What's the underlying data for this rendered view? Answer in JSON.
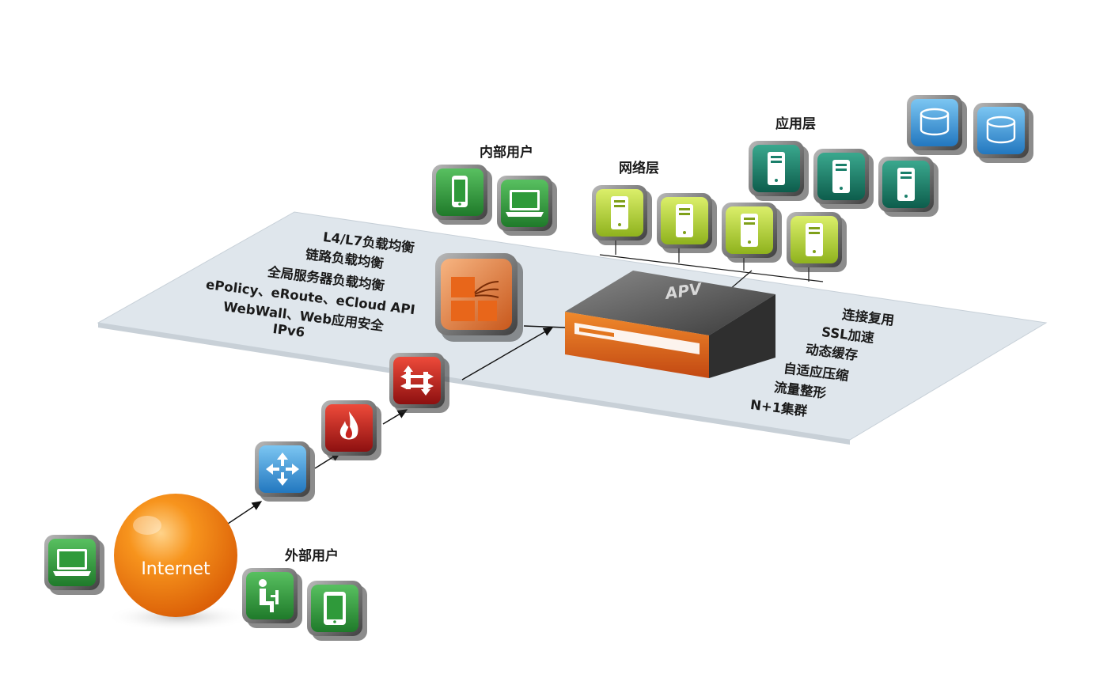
{
  "colors": {
    "platform": "#dde4ea",
    "internet": "#f07a12",
    "green": "#2f9a3a",
    "lime": "#b5d334",
    "teal": "#1a7f6a",
    "blue": "#3e9ad8",
    "red": "#c8231e",
    "orange": "#e3761e"
  },
  "labels": {
    "internal_users": "内部用户",
    "network_layer": "网络层",
    "application_layer": "应用层",
    "external_users": "外部用户",
    "internet": "Internet",
    "apv": "APV"
  },
  "left_features": [
    "L4/L7负载均衡",
    "链路负载均衡",
    "全局服务器负载均衡",
    "ePolicy、eRoute、eCloud API",
    "WebWall、Web应用安全",
    "IPv6"
  ],
  "right_features": [
    "连接复用",
    "SSL加速",
    "动态缓存",
    "自适应压缩",
    "流量整形",
    "N+1集群"
  ],
  "icons": {
    "phone": "mobile-phone-icon",
    "laptop": "laptop-icon",
    "server": "server-icon",
    "database": "database-icon",
    "router": "router-icon",
    "firewall": "firewall-icon",
    "switch": "switch-icon",
    "seated_user": "seated-user-icon",
    "tablet": "tablet-icon",
    "accelerator": "accelerator-icon"
  }
}
